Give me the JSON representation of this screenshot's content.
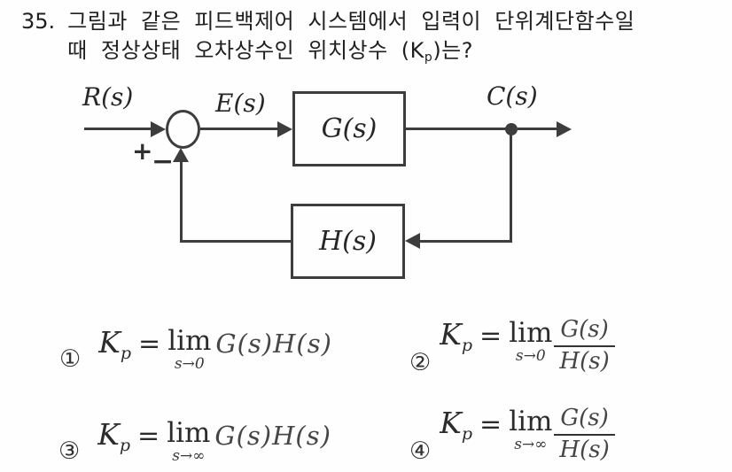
{
  "question": {
    "number": "35.",
    "line1": "그림과 같은 피드백제어 시스템에서 입력이 단위계단함수일",
    "line2_pre": "때 정상상태 오차상수인 위치상수 (",
    "k": "K",
    "k_sub": "p",
    "line2_post": ")는?"
  },
  "diagram": {
    "input_label": "R(s)",
    "error_label": "E(s)",
    "forward_block_label": "G(s)",
    "feedback_block_label": "H(s)",
    "output_label": "C(s)",
    "plus_sign": "+",
    "minus_sign": "−",
    "ink_color": "#3d3d3d"
  },
  "options": [
    {
      "label": "①",
      "k": "K",
      "k_sub": "p",
      "eq": "=",
      "lim": "lim",
      "limit": "s→0",
      "body": "G(s)H(s)"
    },
    {
      "label": "②",
      "k": "K",
      "k_sub": "p",
      "eq": "=",
      "lim": "lim",
      "limit": "s→0",
      "num": "G(s)",
      "den": "H(s)"
    },
    {
      "label": "③",
      "k": "K",
      "k_sub": "p",
      "eq": "=",
      "lim": "lim",
      "limit": "s→∞",
      "body": "G(s)H(s)"
    },
    {
      "label": "④",
      "k": "K",
      "k_sub": "p",
      "eq": "=",
      "lim": "lim",
      "limit": "s→∞",
      "num": "G(s)",
      "den": "H(s)"
    }
  ]
}
